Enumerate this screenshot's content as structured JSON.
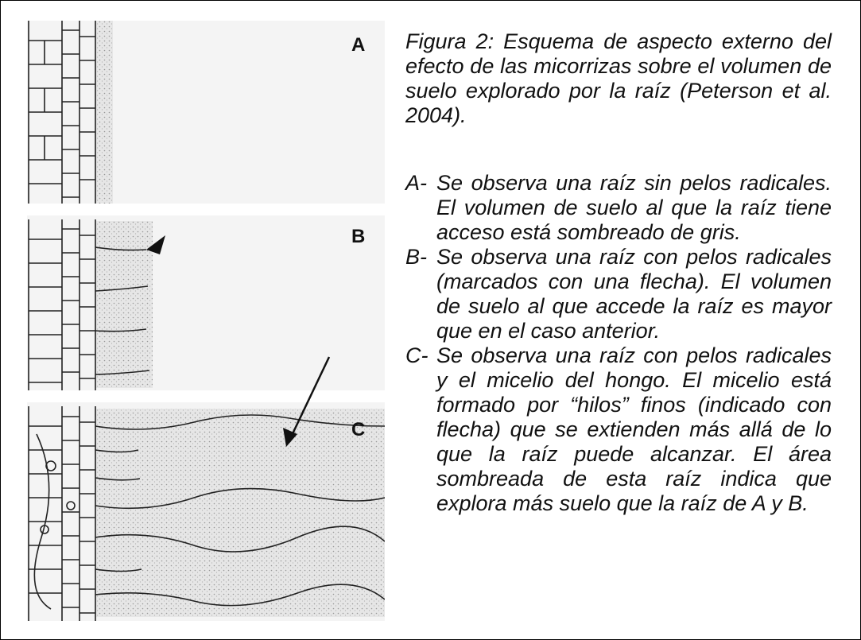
{
  "figure": {
    "panel_labels": [
      "A",
      "B",
      "C"
    ],
    "caption": "Figura 2: Esquema de aspecto externo del efecto de las micorrizas sobre el volumen de suelo explorado por la raíz (Peterson et al. 2004).",
    "items": [
      {
        "marker": "A-",
        "text": "Se observa una raíz sin pelos radicales. El volumen de suelo al que la raíz tiene acceso está sombreado de gris."
      },
      {
        "marker": "B-",
        "text": "Se observa una raíz con pelos radicales (marcados con una flecha). El volumen de suelo al que accede la raíz es mayor que en el caso anterior."
      },
      {
        "marker": "C-",
        "text": "Se observa una raíz con pelos radicales y el micelio del hongo. El micelio está formado por “hilos” finos (indicado con flecha) que se extienden más allá de lo que la raíz puede alcanzar. El área sombreada de esta raíz indica que explora más suelo que la raíz de A y B."
      }
    ]
  },
  "colors": {
    "text": "#111111",
    "shade": "#d8d8d8",
    "panel_bg": "#f4f4f4",
    "ink": "#222222"
  }
}
